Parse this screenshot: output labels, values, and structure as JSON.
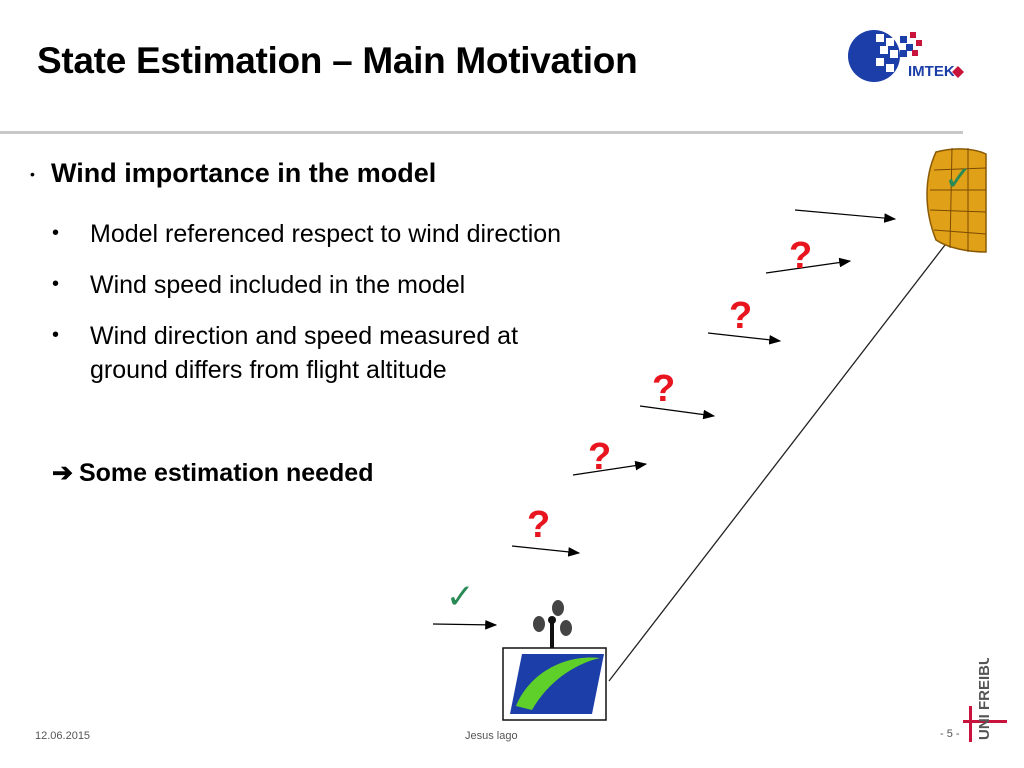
{
  "slide": {
    "title": "State Estimation – Main Motivation",
    "bullet_main": "Wind importance in the model",
    "sub_bullets": [
      "Model referenced respect to wind direction",
      "Wind speed included in the model",
      "Wind direction and speed measured at",
      "ground differs from flight altitude"
    ],
    "conclusion_arrow": "➔",
    "conclusion": "Some estimation needed"
  },
  "logos": {
    "imtek_text": "IMTEK",
    "uni_text": "UNI FREIBURG"
  },
  "diagram": {
    "unknown_marks": [
      "?",
      "?",
      "?",
      "?",
      "?"
    ],
    "known_marks": [
      "✓",
      "✓"
    ],
    "colors": {
      "question": "#e8141e",
      "check": "#2a8a55",
      "kite": "#e0a017",
      "logo_blue": "#1c3ea8",
      "logo_green": "#5fd02a"
    }
  },
  "footer": {
    "date": "12.06.2015",
    "author": "Jesus lago",
    "page": "- 5 -"
  }
}
